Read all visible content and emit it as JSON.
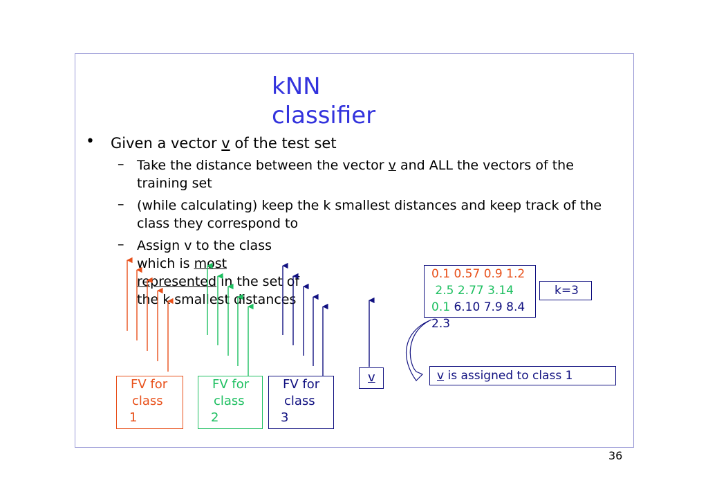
{
  "slide": {
    "title_line1": "kNN",
    "title_line2": "classifier",
    "bullet": {
      "before": "Given a vector ",
      "v": "v",
      "after": " of the test set"
    },
    "sub1": {
      "before": "Take the distance between the vector ",
      "v": "v",
      "after": " and ALL the vectors of the  training set"
    },
    "sub2": "(while calculating) keep the k smallest distances and keep track of the  class they correspond to",
    "sub3": {
      "before": "Assign v to the class which is ",
      "underlined": "most represented",
      "after": " in the set of the k smallest distances"
    },
    "dash": "–",
    "page_number": "36"
  },
  "diagram": {
    "fv1": {
      "line1": "FV for",
      "line2": "class",
      "line3": "1"
    },
    "fv2": {
      "line1": "FV for",
      "line2": "class",
      "line3": "2"
    },
    "fv3": {
      "line1": "FV for",
      "line2": "class",
      "line3": "3"
    },
    "v_label": "v",
    "distances": {
      "line1": "0.1 0.57 0.9 1.2",
      "line2": " 2.5 2.77 3.14",
      "line3_green": "0.1",
      "line3_navy": " 6.10 7.9 8.4",
      "line4": "2.3"
    },
    "k_label": "k=3",
    "result": {
      "v": "v",
      "text": " is assigned to class 1"
    }
  },
  "colors": {
    "title": "#3333dd",
    "class1": "#e8501a",
    "class2": "#1dbf60",
    "class3": "#101080"
  }
}
